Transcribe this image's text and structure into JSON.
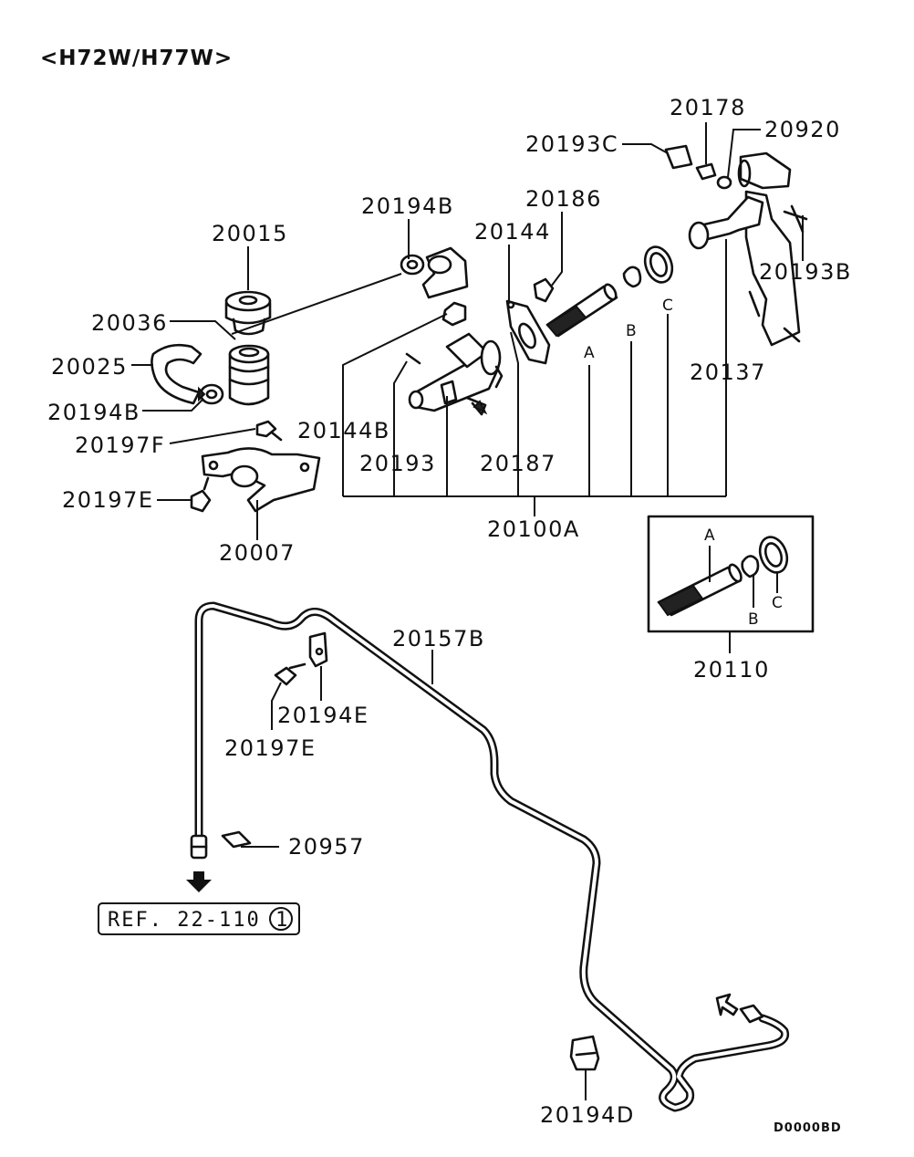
{
  "header": {
    "model": "<H72W/H77W>"
  },
  "footer": {
    "drawing_code": "D0000BD"
  },
  "reference": {
    "text": "REF. 22-110",
    "circle_number": "1"
  },
  "callouts": [
    {
      "id": "20178"
    },
    {
      "id": "20920"
    },
    {
      "id": "20193C"
    },
    {
      "id": "20186"
    },
    {
      "id": "20194B"
    },
    {
      "id": "20144"
    },
    {
      "id": "20015"
    },
    {
      "id": "20036"
    },
    {
      "id": "20025"
    },
    {
      "id": "20194B"
    },
    {
      "id": "20197F"
    },
    {
      "id": "20197E"
    },
    {
      "id": "20007"
    },
    {
      "id": "20144B"
    },
    {
      "id": "20193"
    },
    {
      "id": "20187"
    },
    {
      "id": "20100A"
    },
    {
      "id": "20193B"
    },
    {
      "id": "20137"
    },
    {
      "id": "20110"
    },
    {
      "id": "20157B"
    },
    {
      "id": "20194E"
    },
    {
      "id": "20197E"
    },
    {
      "id": "20957"
    },
    {
      "id": "20194D"
    }
  ],
  "letters": {
    "a": "A",
    "b": "B",
    "c": "C"
  }
}
